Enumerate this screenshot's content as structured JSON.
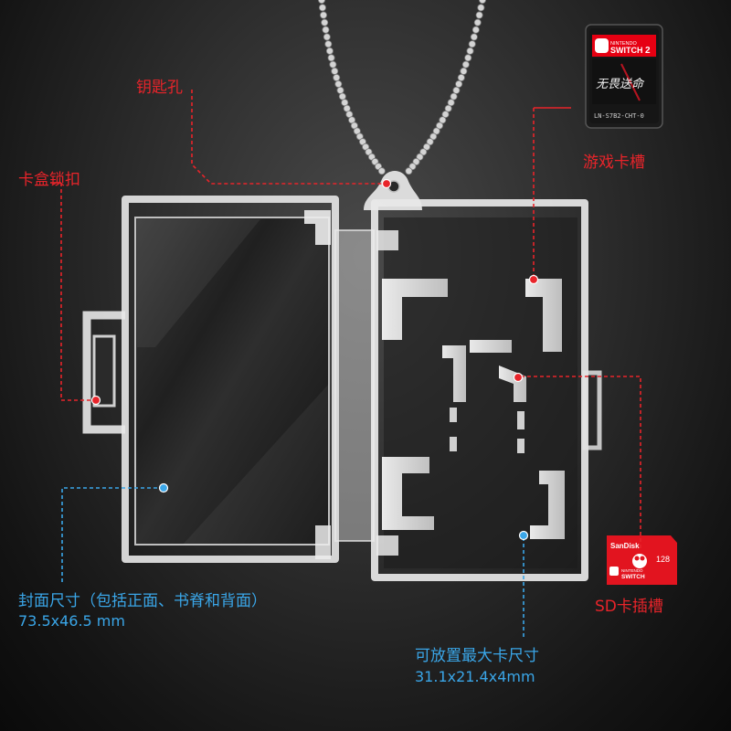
{
  "callouts": {
    "keyhole": "钥匙孔",
    "lock": "卡盒锁扣",
    "game_slot": "游戏卡槽",
    "sd_slot": "SD卡插槽",
    "cover": "封面尺寸（包括正面、书脊和背面）",
    "cover_size": "73.5x46.5 mm",
    "max_card": "可放置最大卡尺寸",
    "max_card_size": "31.1x21.4x4mm"
  },
  "game_card": {
    "brand": "NINTENDO",
    "model": "SWITCH",
    "model_num": "2",
    "title": "无畏送命",
    "code": "LN-S7B2-CHT-0"
  },
  "sd_card": {
    "brand": "SanDisk",
    "capacity": "128",
    "platform_top": "NINTENDO",
    "platform": "SWITCH"
  },
  "colors": {
    "red_accent": "#e8242a",
    "blue_accent": "#3aa6e8",
    "background": "#2c2c2c"
  }
}
